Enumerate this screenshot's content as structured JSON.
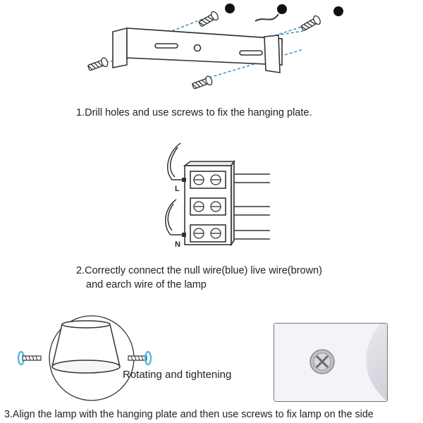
{
  "steps": [
    {
      "caption": "1.Drill holes and use screws to fix the hanging plate."
    },
    {
      "caption_line1": "2.Correctly connect the null wire(blue) live wire(brown)",
      "caption_line2": "and earch wire of the lamp",
      "label_live": "L",
      "label_neutral": "N"
    },
    {
      "caption": "3.Align the lamp with the hanging plate and then use screws to fix lamp on the side",
      "rotate_label": "Rotating and tightening"
    }
  ],
  "icons": [
    "screw-icon",
    "hanging-plate-icon",
    "terminal-block-icon",
    "lamp-shade-icon",
    "screw-closeup-photo"
  ],
  "colors": {
    "ink": "#333333",
    "dash": "#2a8cb8",
    "screw_ring": "#4fb9e6",
    "photo_bg": "#e9e9ee"
  }
}
